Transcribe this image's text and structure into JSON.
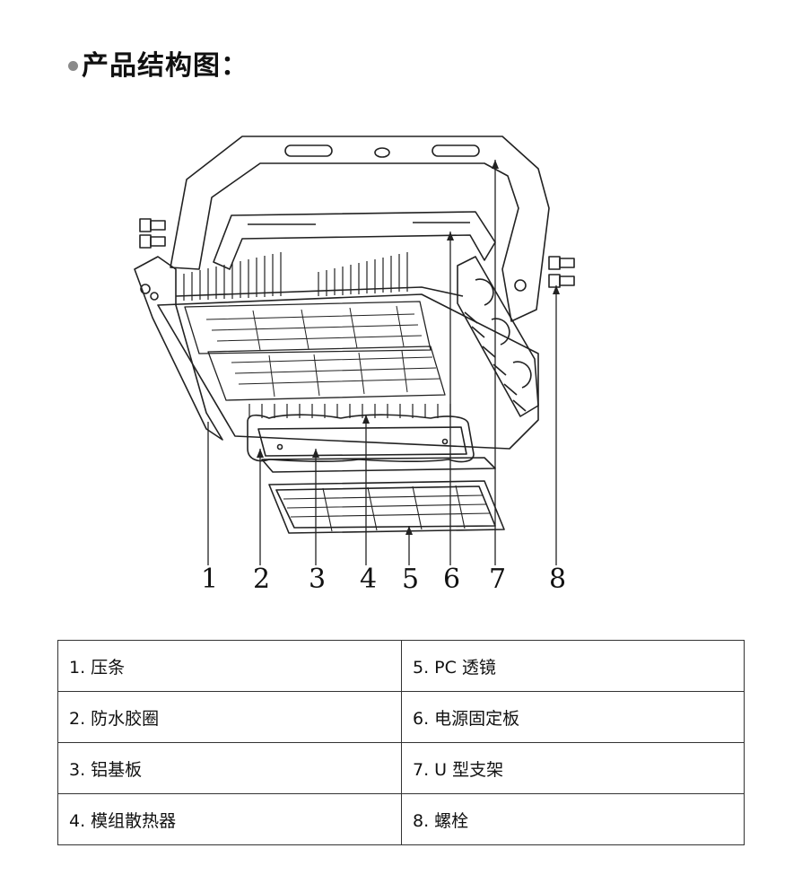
{
  "title": "产品结构图：",
  "callouts": [
    "1",
    "2",
    "3",
    "4",
    "5",
    "6",
    "7",
    "8"
  ],
  "legend": {
    "rows": [
      [
        "1. 压条",
        "5. PC 透镜"
      ],
      [
        "2. 防水胶圈",
        "6. 电源固定板"
      ],
      [
        "3. 铝基板",
        "7. U 型支架"
      ],
      [
        "4. 模组散热器",
        "8. 螺栓"
      ]
    ]
  }
}
